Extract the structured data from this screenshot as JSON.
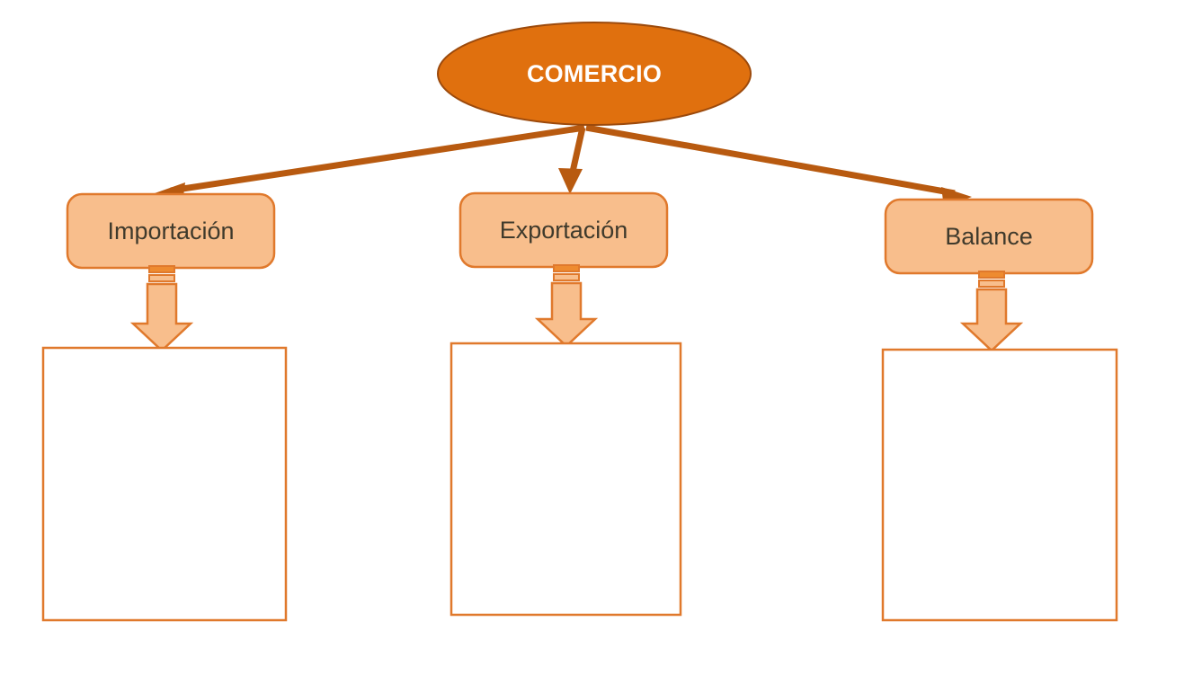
{
  "diagram": {
    "title_node": {
      "label": "COMERCIO",
      "shape": "ellipse",
      "fill": "#E0700E",
      "stroke": "#9C4A0C",
      "text_color": "#FFFFFF"
    },
    "branches": [
      {
        "id": "importacion",
        "label": "Importación",
        "shape": "rounded-rectangle",
        "fill": "#F8BE8C",
        "stroke": "#E0792C",
        "text_color": "#3F3A2C",
        "arrow_icon": "striped-down-arrow",
        "content_box": {
          "text": "",
          "fill": "#FFFFFF",
          "stroke": "#E0792C"
        }
      },
      {
        "id": "exportacion",
        "label": "Exportación",
        "shape": "rounded-rectangle",
        "fill": "#F8BE8C",
        "stroke": "#E0792C",
        "text_color": "#3F3A2C",
        "arrow_icon": "striped-down-arrow",
        "content_box": {
          "text": "",
          "fill": "#FFFFFF",
          "stroke": "#E0792C"
        }
      },
      {
        "id": "balance",
        "label": "Balance",
        "shape": "rounded-rectangle",
        "fill": "#F8BE8C",
        "stroke": "#E0792C",
        "text_color": "#3F3A2C",
        "arrow_icon": "striped-down-arrow",
        "content_box": {
          "text": "",
          "fill": "#FFFFFF",
          "stroke": "#E0792C"
        }
      }
    ],
    "connectors": {
      "color": "#B85A10",
      "icon": "straight-arrow-connector",
      "count": 3
    },
    "background": "#FFFFFF"
  }
}
